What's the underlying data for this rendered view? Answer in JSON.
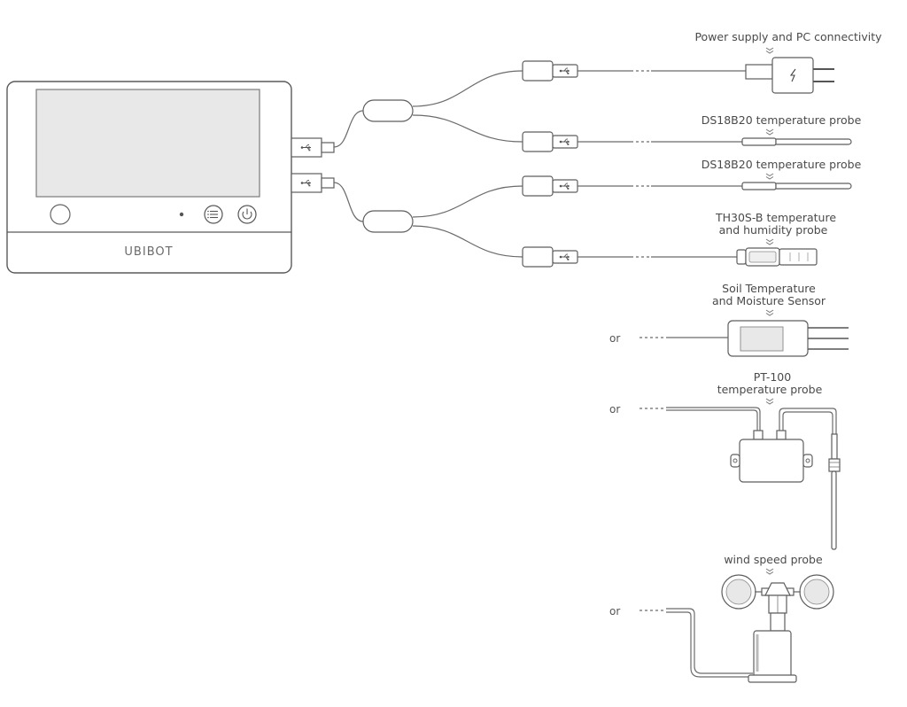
{
  "device": {
    "brand": "UBIBOT",
    "icons": [
      "round-button-icon",
      "led-dot-icon",
      "menu-list-icon",
      "power-icon"
    ]
  },
  "labels": {
    "power": "Power supply and PC connectivity",
    "ds18b20_1": "DS18B20 temperature probe",
    "ds18b20_2": "DS18B20 temperature probe",
    "th30s_line1": "TH30S-B temperature",
    "th30s_line2": "and humidity probe",
    "soil_line1": "Soil Temperature",
    "soil_line2": "and Moisture Sensor",
    "pt100_line1": "PT-100",
    "pt100_line2": "temperature probe",
    "wind": "wind speed probe",
    "or_1": "or",
    "or_2": "or",
    "or_3": "or"
  },
  "colors": {
    "line": "#6b6b6b",
    "screen": "#e8e8e8",
    "text": "#4a4a4a"
  }
}
